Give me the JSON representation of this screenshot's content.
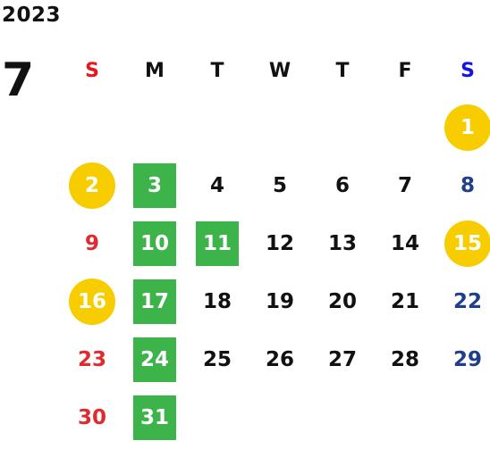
{
  "calendar": {
    "year": "2023",
    "month": "7",
    "weekdays": [
      "S",
      "M",
      "T",
      "W",
      "T",
      "F",
      "S"
    ],
    "first_weekday_index": 6,
    "days": [
      "1",
      "2",
      "3",
      "4",
      "5",
      "6",
      "7",
      "8",
      "9",
      "10",
      "11",
      "12",
      "13",
      "14",
      "15",
      "16",
      "17",
      "18",
      "19",
      "20",
      "21",
      "22",
      "23",
      "24",
      "25",
      "26",
      "27",
      "28",
      "29",
      "30",
      "31"
    ],
    "circled_days": [
      "1",
      "2",
      "15",
      "16"
    ],
    "squared_days": [
      "3",
      "10",
      "11",
      "17",
      "24",
      "31"
    ]
  },
  "colors": {
    "sunday_header": "#e8141f",
    "saturday_header": "#1414e0",
    "sunday_day": "#e02a2f",
    "saturday_day": "#1f3e8c",
    "weekday": "#111111",
    "circle": "#f8cd00",
    "square": "#3cb44a"
  }
}
